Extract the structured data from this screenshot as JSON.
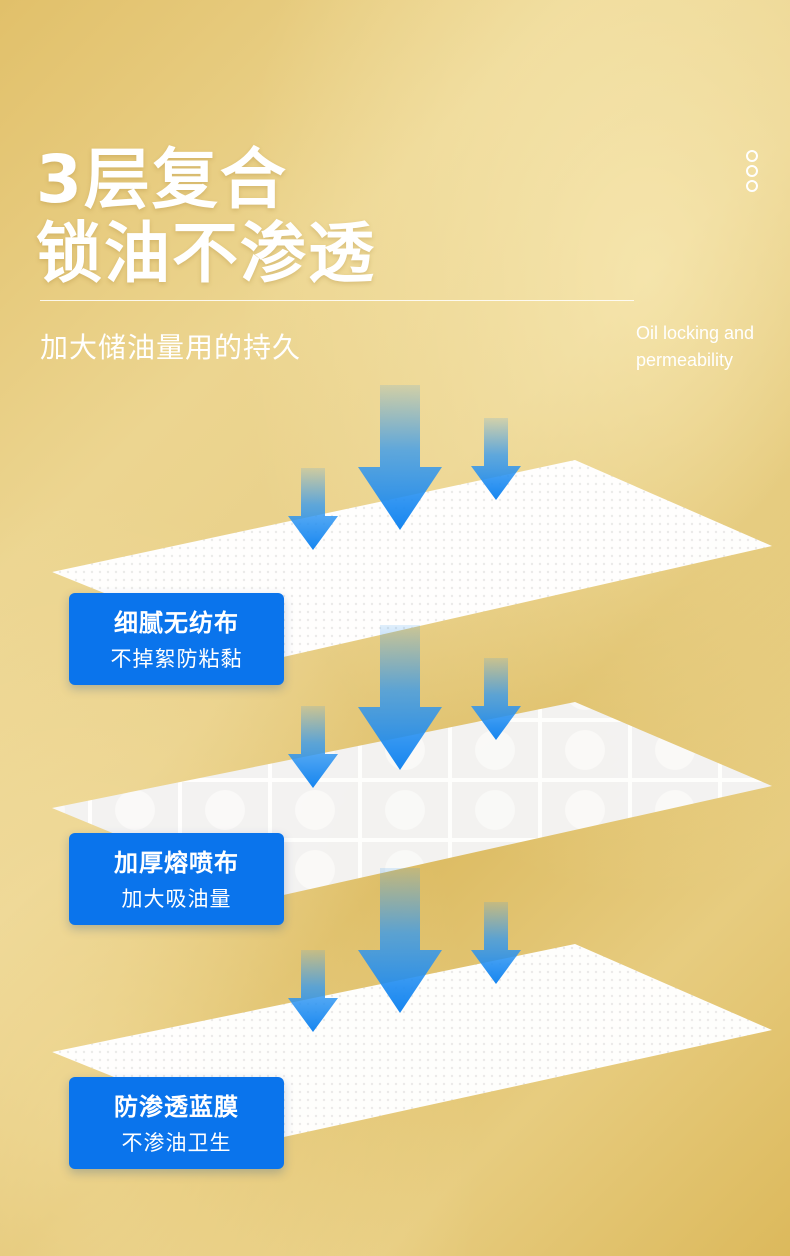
{
  "header": {
    "title_line1": "3层复合",
    "title_line2": "锁油不渗透",
    "subtitle": "加大储油量用的持久",
    "english_line1": "Oil locking and",
    "english_line2": "permeability"
  },
  "layers": [
    {
      "name": "细腻无纺布",
      "description": "不掉絮防粘黏"
    },
    {
      "name": "加厚熔喷布",
      "description": "加大吸油量"
    },
    {
      "name": "防渗透蓝膜",
      "description": "不渗油卫生"
    }
  ],
  "colors": {
    "background_gold": "#e6c977",
    "label_blue": "#0a74ec",
    "arrow_blue": "#1f8ff0",
    "text_white": "#ffffff"
  },
  "icons": [
    "three-dots-icon",
    "arrow-down-icon"
  ]
}
